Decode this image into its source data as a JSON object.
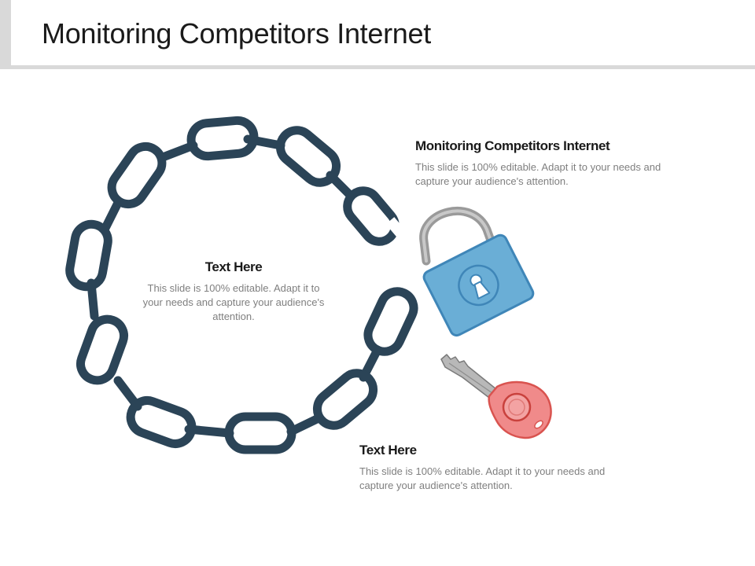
{
  "slide": {
    "title": "Monitoring Competitors Internet"
  },
  "blocks": {
    "top": {
      "heading": "Monitoring Competitors Internet",
      "body": "This slide is 100% editable. Adapt it to your needs and capture your audience's attention."
    },
    "center": {
      "heading": "Text Here",
      "body": "This slide is 100% editable. Adapt it to your needs and capture your audience's attention."
    },
    "bottom": {
      "heading": "Text Here",
      "body": "This slide is 100% editable. Adapt it to your needs and capture your audience's attention."
    }
  },
  "colors": {
    "chain": "#2b4457",
    "lock_body": "#6aaed6",
    "lock_border": "#3f86b8",
    "shackle": "#9c9c9c",
    "key_head": "#f08a8a",
    "key_border": "#d9534f",
    "key_blade": "#a8a8a8",
    "header_rule": "#d9d9d9"
  },
  "icons": [
    "broken-chain-icon",
    "open-padlock-icon",
    "key-icon"
  ]
}
